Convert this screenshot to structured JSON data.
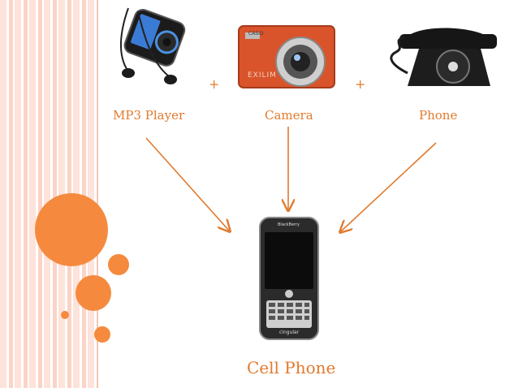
{
  "diagram": {
    "sources": [
      {
        "label": "MP3 Player",
        "icon": "mp3-player-icon"
      },
      {
        "label": "Camera",
        "icon": "camera-icon"
      },
      {
        "label": "Phone",
        "icon": "telephone-icon"
      }
    ],
    "operators": [
      "+",
      "+"
    ],
    "result": {
      "label": "Cell Phone",
      "icon": "cell-phone-icon"
    }
  },
  "devices": {
    "camera_brand": "EXILIM",
    "camera_model": "CASIO",
    "cellphone_brand": "BlackBerry",
    "cellphone_carrier": "cingular"
  },
  "colors": {
    "accent": "#e07a2e",
    "circle": "#f58a3e",
    "stripe": "#fde3da"
  }
}
